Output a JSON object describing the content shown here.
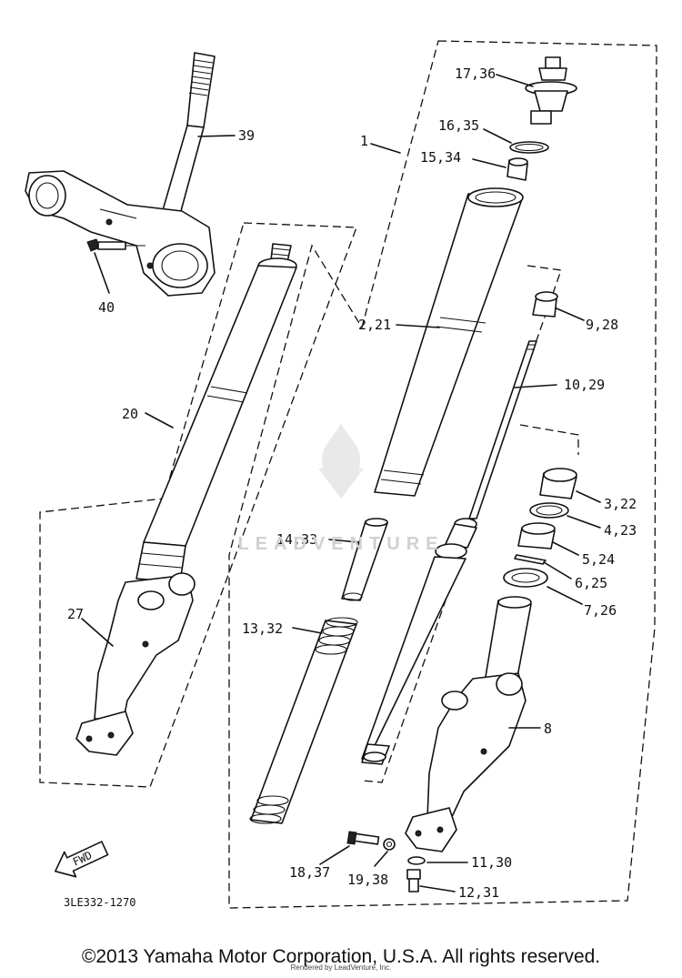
{
  "diagram": {
    "callouts": {
      "c1": "1",
      "c17": "17,36",
      "c16": "16,35",
      "c15": "15,34",
      "c39": "39",
      "c40": "40",
      "c2": "2,21",
      "c9": "9,28",
      "c10": "10,29",
      "c20": "20",
      "c3": "3,22",
      "c4": "4,23",
      "c5": "5,24",
      "c6": "6,25",
      "c7": "7,26",
      "c14": "14,33",
      "c13": "13,32",
      "c27": "27",
      "c8": "8",
      "c11": "11,30",
      "c18": "18,37",
      "c19": "19,38",
      "c12": "12,31"
    },
    "direction_label": "FWD",
    "drawing_code": "3LE332-1270"
  },
  "watermark": "LEADVENTURE",
  "footer": {
    "copyright": "©2013 Yamaha Motor Corporation, U.S.A. All rights reserved.",
    "rendered_by": "Rendered by LeadVenture, Inc."
  }
}
